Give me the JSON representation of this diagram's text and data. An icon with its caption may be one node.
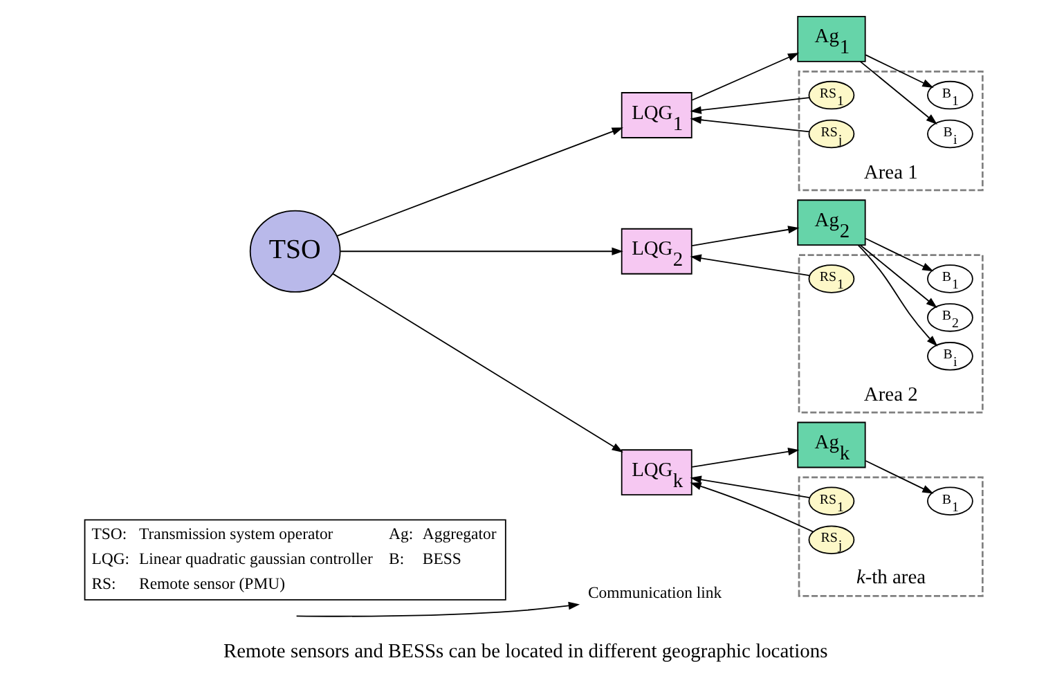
{
  "diagram": {
    "caption": "Remote sensors and BESSs can be located in different geographic locations",
    "nodes": [
      {
        "text": [
          "TSO"
        ]
      },
      {
        "text": [
          "LQG$_{1}$"
        ]
      },
      {
        "text": [
          "Ag$_{1}$"
        ]
      },
      {
        "text": [
          "Area 1"
        ]
      },
      {
        "text": [
          "RS$_{1}$"
        ],
        "in": 3
      },
      {
        "text": [
          "B$_{1}$"
        ],
        "in": 3
      },
      {
        "text": [
          "B$_{i}$"
        ],
        "in": 3
      },
      {
        "text": [
          "RS$_{j}$"
        ],
        "in": 3
      },
      {
        "text": [
          "LQG$_{2}$"
        ]
      },
      {
        "text": [
          "Ag$_{2}$"
        ]
      },
      {
        "text": [
          "Area 2"
        ]
      },
      {
        "text": [
          "RS$_{1}$"
        ],
        "in": 10
      },
      {
        "text": [
          "B$_{1}$"
        ],
        "in": 10
      },
      {
        "text": [
          "B$_{2}$"
        ],
        "in": 10
      },
      {
        "text": [
          "B$_{i}$"
        ],
        "in": 10
      },
      {
        "text": [
          "LQG$_{k}$"
        ]
      },
      {
        "text": [
          "Ag$_{k}$"
        ]
      },
      {
        "text": [
          "*k*-th area"
        ]
      },
      {
        "text": [
          "RS$_{1}$"
        ],
        "in": 17
      },
      {
        "text": [
          "B$_{1}$"
        ],
        "in": 17
      },
      {
        "text": [
          "RS$_{j}$"
        ],
        "in": 17
      }
    ],
    "edges": [
      {
        "from": 0,
        "to": 1,
        "arrow": "to"
      },
      {
        "from": 0,
        "to": 8,
        "arrow": "to"
      },
      {
        "from": 0,
        "to": 15,
        "arrow": "to"
      },
      {
        "from": 4,
        "to": 1,
        "arrow": "to"
      },
      {
        "from": 7,
        "to": 1,
        "arrow": "to"
      },
      {
        "from": 1,
        "to": 2,
        "arrow": "to"
      },
      {
        "from": 2,
        "to": 5,
        "arrow": "to"
      },
      {
        "from": 2,
        "to": 6,
        "arrow": "to"
      },
      {
        "from": 11,
        "to": 8,
        "arrow": "to"
      },
      {
        "from": 8,
        "to": 9,
        "arrow": "to"
      },
      {
        "from": 9,
        "to": 12,
        "arrow": "to"
      },
      {
        "from": 9,
        "to": 13,
        "arrow": "to"
      },
      {
        "from": 9,
        "to": 14,
        "arrow": "to"
      },
      {
        "from": 18,
        "to": 15,
        "arrow": "to"
      },
      {
        "from": 20,
        "to": 15,
        "arrow": "to"
      },
      {
        "from": 15,
        "to": 16,
        "arrow": "to"
      },
      {
        "from": 16,
        "to": 19,
        "arrow": "to"
      }
    ],
    "labels": [
      "TSO:",
      "Transmission system operator",
      "Ag:",
      "Aggregator",
      "LQG:",
      "Linear quadratic gaussian controller",
      "B:",
      "BESS",
      "RS:",
      "Remote sensor (PMU)"
    ],
    "legend": [
      {
        "text": "Communication link"
      }
    ]
  }
}
